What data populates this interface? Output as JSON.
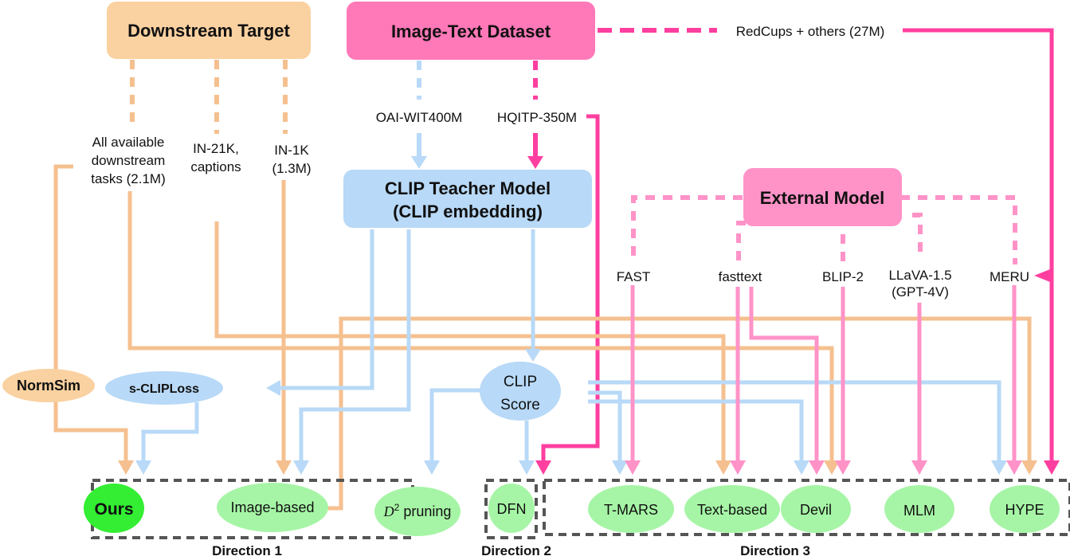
{
  "colors": {
    "orange": "#f5c08f",
    "orange_box": "#fad1a0",
    "pink_dark": "#ff3fa0",
    "pink_box": "#ff78b8",
    "pink_light": "#ff93c8",
    "blue": "#b8d9f7",
    "green_light": "#a6f5a6",
    "green_dark": "#33ee33",
    "dash_gray": "#555555"
  },
  "sources": {
    "downstream_target": "Downstream Target",
    "image_text_dataset": "Image-Text Dataset",
    "clip_teacher_line1": "CLIP Teacher Model",
    "clip_teacher_line2": "(CLIP embedding)",
    "external_model": "External Model"
  },
  "downstream_labels": {
    "all_tasks": [
      "All available",
      "downstream",
      "tasks (2.1M)"
    ],
    "in21k": [
      "IN-21K,",
      "captions"
    ],
    "in1k": [
      "IN-1K",
      "(1.3M)"
    ]
  },
  "dataset_labels": {
    "oai": "OAI-WIT400M",
    "hqitp": "HQITP-350M",
    "redcups": "RedCups + others (27M)"
  },
  "external_labels": {
    "fast": "FAST",
    "fasttext": "fasttext",
    "blip2": "BLIP-2",
    "llava": [
      "LLaVA-1.5",
      "(GPT-4V)"
    ],
    "meru": "MERU"
  },
  "intermediate": {
    "normsim": "NormSim",
    "s_cliploss": "s-CLIPLoss",
    "clip_score": [
      "CLIP",
      "Score"
    ]
  },
  "methods": {
    "ours": "Ours",
    "image_based": "Image-based",
    "d2_pruning_base": "D",
    "d2_pruning_sup": "2",
    "d2_pruning_rest": " pruning",
    "dfn": "DFN",
    "tmars": "T-MARS",
    "text_based": "Text-based",
    "devil": "Devil",
    "mlm": "MLM",
    "hype": "HYPE"
  },
  "directions": {
    "d1": "Direction 1",
    "d2": "Direction 2",
    "d3": "Direction 3"
  }
}
